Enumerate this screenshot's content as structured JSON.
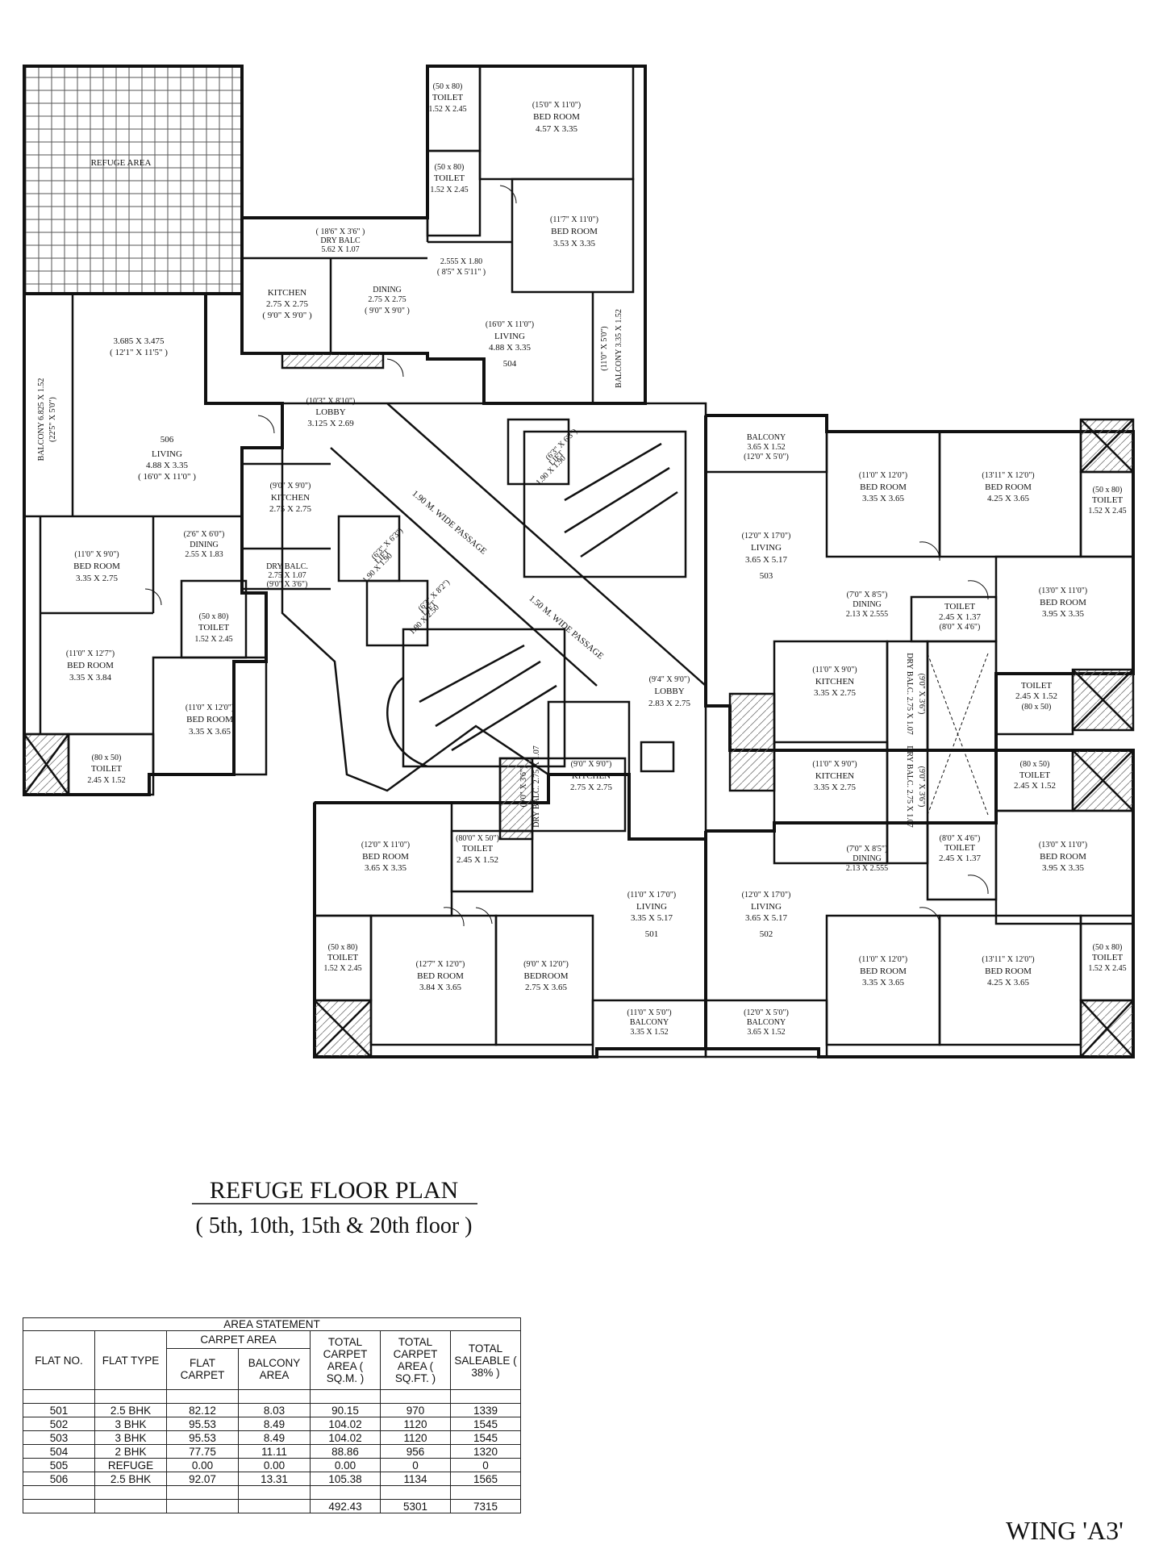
{
  "title": "REFUGE FLOOR PLAN",
  "subtitle": "( 5th, 10th, 15th & 20th floor )",
  "wing": "WING 'A3'",
  "rooms": {
    "refuge": "REFUGE AREA",
    "t504a_l1": "(50 x 80)",
    "t504a_l2": "TOILET",
    "t504a_l3": "1.52 X 2.45",
    "b504a_l1": "(15'0\" X 11'0\")",
    "b504a_l2": "BED ROOM",
    "b504a_l3": "4.57 X 3.35",
    "t504b_l1": "(50 x 80)",
    "t504b_l2": "TOILET",
    "t504b_l3": "1.52 X 2.45",
    "b504b_l1": "(11'7\" X 11'0\")",
    "b504b_l2": "BED ROOM",
    "b504b_l3": "3.53 X 3.35",
    "drybalc504_l1": "( 18'6\" X 3'6\" )",
    "drybalc504_l2": "DRY BALC",
    "drybalc504_l3": "5.62 X 1.07",
    "pass504_l1": "2.555 X 1.80",
    "pass504_l2": "( 8'5\" X 5'11\" )",
    "k504_l1": "KITCHEN",
    "k504_l2": "2.75 X 2.75",
    "k504_l3": "( 9'0\" X 9'0\" )",
    "d504_l1": "DINING",
    "d504_l2": "2.75 X 2.75",
    "d504_l3": "( 9'0\" X 9'0\" )",
    "l504_l1": "(16'0\" X 11'0\")",
    "l504_l2": "LIVING",
    "l504_l3": "4.88 X 3.35",
    "flat504": "504",
    "bal504": "BALCONY 3.35 X 1.52",
    "bal504_ft": "(11'0\" X 5'0\")",
    "lv506_l1": "3.685 X 3.475",
    "lv506_l2": "( 12'1\" X 11'5\" )",
    "bal506": "BALCONY 6.825 X 1.52",
    "bal506_ft": "(22'5\" X 5'0\")",
    "flat506": "506",
    "l506_l1": "LIVING",
    "l506_l2": "4.88 X 3.35",
    "l506_l3": "( 16'0\" X 11'0\" )",
    "lobby_l1": "(10'3\" X 8'10\")",
    "lobby_l2": "LOBBY",
    "lobby_l3": "3.125 X 2.69",
    "k506_l1": "(9'0\" X 9'0\")",
    "k506_l2": "KITCHEN",
    "k506_l3": "2.75 X 2.75",
    "d506_l1": "(2'6\" X 6'0\")",
    "d506_l2": "DINING",
    "d506_l3": "2.55 X 1.83",
    "dryb506_l1": "DRY BALC.",
    "dryb506_l2": "2.75 X 1.07",
    "dryb506_l3": "(9'0\" X 3'6\")",
    "b506a_l1": "(11'0\" X 9'0\")",
    "b506a_l2": "BED ROOM",
    "b506a_l3": "3.35 X 2.75",
    "t506a_l1": "(50 x 80)",
    "t506a_l2": "TOILET",
    "t506a_l3": "1.52 X 2.45",
    "b506b_l1": "(11'0\" X 12'7\")",
    "b506b_l2": "BED ROOM",
    "b506b_l3": "3.35 X 3.84",
    "b506c_l1": "(11'0\" X 12'0\")",
    "b506c_l2": "BED ROOM",
    "b506c_l3": "3.35 X 3.65",
    "t506b_l1": "(80 x 50)",
    "t506b_l2": "TOILET",
    "t506b_l3": "2.45 X 1.52",
    "passage1": "1.90 M. WIDE PASSAGE",
    "passage2": "1.50 M. WIDE PASSAGE",
    "lift1_l1": "(6'3\" X 6'3\")",
    "lift1_l2": "LIFT",
    "lift1_l3": "1.90 X 1.90",
    "lift2_l1": "(6'3\" X 6'3\")",
    "lift2_l2": "LIFT",
    "lift2_l3": "1.90 X 1.90",
    "lift3_l1": "(6'3\" X 8'2\")",
    "lift3_l2": "LIFT",
    "lift3_l3": "1.90 X 2.50",
    "bal503_l1": "BALCONY",
    "bal503_l2": "3.65 X 1.52",
    "bal503_l3": "(12'0\" X 5'0\")",
    "b503a_l1": "(11'0\" X 12'0\")",
    "b503a_l2": "BED ROOM",
    "b503a_l3": "3.35 X 3.65",
    "b503b_l1": "(13'11\" X 12'0\")",
    "b503b_l2": "BED ROOM",
    "b503b_l3": "4.25 X 3.65",
    "t503a_l1": "(50 x 80)",
    "t503a_l2": "TOILET",
    "t503a_l3": "1.52 X 2.45",
    "l503_l1": "(12'0\" X 17'0\")",
    "l503_l2": "LIVING",
    "l503_l3": "3.65 X 5.17",
    "flat503": "503",
    "d503_l1": "(7'0\" X 8'5\")",
    "d503_l2": "DINING",
    "d503_l3": "2.13 X 2.555",
    "t503b_l1": "TOILET",
    "t503b_l2": "2.45 X 1.37",
    "t503b_l3": "(8'0\" X 4'6\")",
    "b503c_l1": "(13'0\" X 11'0\")",
    "b503c_l2": "BED ROOM",
    "b503c_l3": "3.95 X 3.35",
    "k503_l1": "(11'0\" X 9'0\")",
    "k503_l2": "KITCHEN",
    "k503_l3": "3.35 X 2.75",
    "dryb503": "DRY BALC. 2.75 X 1.07",
    "dryb503_ft": "(9'0\" X 3'6\")",
    "t503c_l1": "TOILET",
    "t503c_l2": "2.45 X 1.52",
    "t503c_l3": "(80 x 50)",
    "lobby2_l1": "(9'4\" X 9'0\")",
    "lobby2_l2": "LOBBY",
    "lobby2_l3": "2.83 X 2.75",
    "k501_l1": "(9'0\" X 9'0\")",
    "k501_l2": "KITCHEN",
    "k501_l3": "2.75 X 2.75",
    "dryb501": "DRY BALC. 2.75 X 1.07",
    "dryb501_ft": "(9'0\" X 3'6\")",
    "k502_l1": "(11'0\" X 9'0\")",
    "k502_l2": "KITCHEN",
    "k502_l3": "3.35 X 2.75",
    "dryb502": "DRY BALC. 2.75 X 1.07",
    "dryb502_ft": "(9'0\" X 3'6\")",
    "t502a_l1": "(80 x 50)",
    "t502a_l2": "TOILET",
    "t502a_l3": "2.45 X 1.52",
    "b501a_l1": "(12'0\" X 11'0\")",
    "b501a_l2": "BED ROOM",
    "b501a_l3": "3.65 X 3.35",
    "t501a_l1": "(80'0\" X 50\")",
    "t501a_l2": "TOILET",
    "t501a_l3": "2.45 X 1.52",
    "l501_l1": "(11'0\" X 17'0\")",
    "l501_l2": "LIVING",
    "l501_l3": "3.35 X 5.17",
    "flat501": "501",
    "l502_l1": "(12'0\" X 17'0\")",
    "l502_l2": "LIVING",
    "l502_l3": "3.65 X 5.17",
    "flat502": "502",
    "d502_l1": "(7'0\" X 8'5\")",
    "d502_l2": "DINING",
    "d502_l3": "2.13 X 2.555",
    "t502b_l1": "(8'0\" X 4'6\")",
    "t502b_l2": "TOILET",
    "t502b_l3": "2.45 X 1.37",
    "b502c_l1": "(13'0\" X 11'0\")",
    "b502c_l2": "BED ROOM",
    "b502c_l3": "3.95 X 3.35",
    "t501b_l1": "(50 x 80)",
    "t501b_l2": "TOILET",
    "t501b_l3": "1.52 X 2.45",
    "b501b_l1": "(12'7\" X 12'0\")",
    "b501b_l2": "BED ROOM",
    "b501b_l3": "3.84 X 3.65",
    "b501c_l1": "(9'0\" X 12'0\")",
    "b501c_l2": "BEDROOM",
    "b501c_l3": "2.75 X 3.65",
    "bal501_l1": "(11'0\" X 5'0\")",
    "bal501_l2": "BALCONY",
    "bal501_l3": "3.35 X 1.52",
    "bal502_l1": "(12'0\" X 5'0\")",
    "bal502_l2": "BALCONY",
    "bal502_l3": "3.65 X 1.52",
    "b502a_l1": "(11'0\" X 12'0\")",
    "b502a_l2": "BED ROOM",
    "b502a_l3": "3.35 X 3.65",
    "b502b_l1": "(13'11\" X 12'0\")",
    "b502b_l2": "BED ROOM",
    "b502b_l3": "4.25 X 3.65",
    "t502c_l1": "(50 x 80)",
    "t502c_l2": "TOILET",
    "t502c_l3": "1.52 X 2.45"
  },
  "area_statement": {
    "caption": "AREA STATEMENT",
    "headers": {
      "flat_no": "FLAT NO.",
      "flat_type": "FLAT TYPE",
      "carpet_area": "CARPET AREA",
      "flat_carpet": "FLAT CARPET",
      "balcony_area": "BALCONY AREA",
      "total_sqm": "TOTAL CARPET AREA ( SQ.M. )",
      "total_sqft": "TOTAL CARPET AREA ( SQ.FT. )",
      "saleable": "TOTAL SALEABLE ( 38% )"
    },
    "rows": [
      [
        "501",
        "2.5 BHK",
        "82.12",
        "8.03",
        "90.15",
        "970",
        "1339"
      ],
      [
        "502",
        "3 BHK",
        "95.53",
        "8.49",
        "104.02",
        "1120",
        "1545"
      ],
      [
        "503",
        "3 BHK",
        "95.53",
        "8.49",
        "104.02",
        "1120",
        "1545"
      ],
      [
        "504",
        "2 BHK",
        "77.75",
        "11.11",
        "88.86",
        "956",
        "1320"
      ],
      [
        "505",
        "REFUGE",
        "0.00",
        "0.00",
        "0.00",
        "0",
        "0"
      ],
      [
        "506",
        "2.5 BHK",
        "92.07",
        "13.31",
        "105.38",
        "1134",
        "1565"
      ]
    ],
    "totals": [
      "",
      "",
      "",
      "",
      "492.43",
      "5301",
      "7315"
    ]
  }
}
